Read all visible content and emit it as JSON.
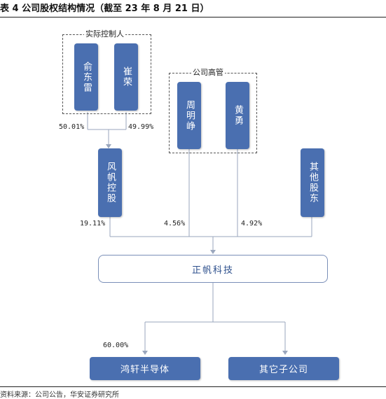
{
  "title": "表 4 公司股权结构情况（截至 23 年 8 月 21 日）",
  "groups": {
    "controller": "实际控制人",
    "executives": "公司高管"
  },
  "nodes": {
    "yu_donglei": "俞东雷",
    "cui_rong": "崔荣",
    "zhou_mingzheng": "周明峥",
    "huang_yong": "黄勇",
    "fengfan_holding": "风帆控股",
    "other_shareholders": "其他股东",
    "company": "正帆科技",
    "hongxuan": "鸿轩半导体",
    "other_subsidiaries": "其它子公司"
  },
  "percentages": {
    "yu_to_fengfan": "50.01%",
    "cui_to_fengfan": "49.99%",
    "fengfan_to_company": "19.11%",
    "zhou_to_company": "4.56%",
    "huang_to_company": "4.92%",
    "company_to_hongxuan": "60.00%"
  },
  "footer": "资料来源：公司公告，华安证券研究所",
  "colors": {
    "box_fill": "#4a6fb0",
    "main_text": "#2c4f8c",
    "line": "#9aa6bd"
  }
}
